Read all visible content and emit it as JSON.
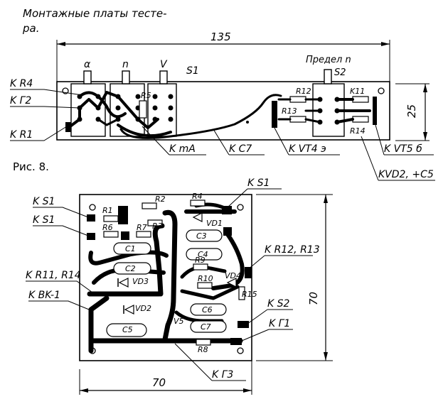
{
  "caption": {
    "line1": "Монтажные платы тесте-",
    "line2": "ра.",
    "fig": "Рис. 8."
  },
  "top_board": {
    "dim_width": "135",
    "dim_height": "25",
    "switch_labels": [
      "α",
      "n",
      "V"
    ],
    "s1": "S1",
    "predel": "Предел n",
    "s2": "S2",
    "components": [
      "R5",
      "R12",
      "R13",
      "K11",
      "R14"
    ],
    "callouts": [
      "K R4",
      "K Г2",
      "K R1",
      "K mA",
      "K C7",
      "K VT4 э",
      "K VT5 б",
      "KVD2, +C5"
    ]
  },
  "bottom_board": {
    "dim_width": "70",
    "dim_height": "70",
    "components": [
      "R1",
      "R6",
      "R2",
      "R4",
      "R3",
      "R7",
      "VD1",
      "C3",
      "C1",
      "C4",
      "C2",
      "R9",
      "R10",
      "VD3",
      "VD4",
      "R15",
      "VD2",
      "C6",
      "C5",
      "V5",
      "C7",
      "R8"
    ],
    "callouts": [
      "K S1",
      "K S1",
      "K S1",
      "K R12, R13",
      "K R11, R14",
      "K BK-1",
      "K S2",
      "K Г1",
      "K Г3"
    ]
  }
}
